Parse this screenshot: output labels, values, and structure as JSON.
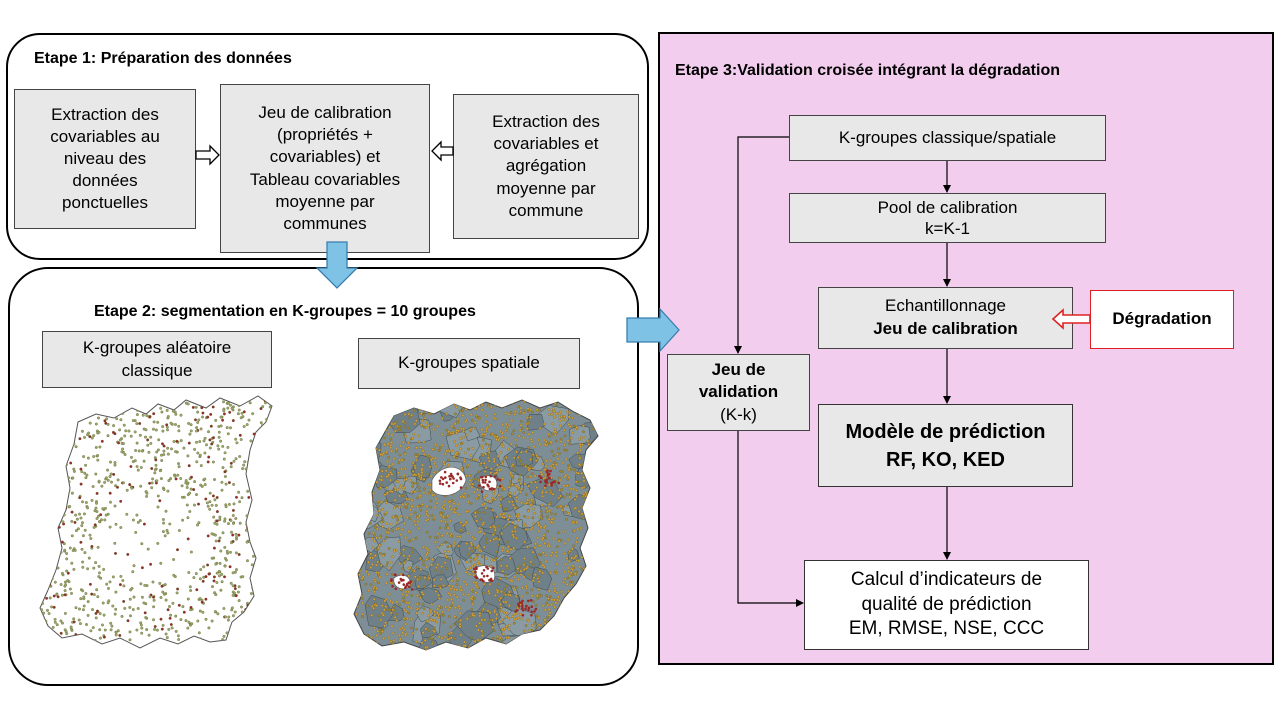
{
  "stage1": {
    "title": "Etape 1: Préparation des données",
    "box_left": "Extraction des\ncovariables au\nniveau des\ndonnées\nponctuelles",
    "box_center": "Jeu de calibration\n(propriétés +\ncovariables) et\nTableau covariables\nmoyenne par\ncommunes",
    "box_right": "Extraction des\ncovariables et\nagrégation\nmoyenne par\ncommune"
  },
  "stage2": {
    "title": "Etape 2:  segmentation en K-groupes = 10 groupes",
    "label_random": "K-groupes aléatoire\nclassique",
    "label_spatial": "K-groupes spatiale"
  },
  "stage3": {
    "title": "Etape 3:Validation croisée intégrant la dégradation",
    "kgroups": "K-groupes classique/spatiale",
    "pool_line1": "Pool de calibration",
    "pool_line2": "k=K-1",
    "sampling_line1": "Echantillonnage",
    "sampling_line2": "Jeu de calibration",
    "degradation": "Dégradation",
    "validation_line1": "Jeu de",
    "validation_line2": "validation",
    "validation_line3": "(K-k)",
    "model_line1": "Modèle de prédiction",
    "model_line2": "RF, KO, KED",
    "indicators": "Calcul d’indicateurs de\nqualité de prédiction\nEM, RMSE, NSE, CCC"
  },
  "colors": {
    "stage3_bg": "#f2cdee",
    "box_gray": "#e8e8e8",
    "arrow_blue": "#7ec3e6",
    "degradation_border": "#e02020",
    "map_spatial_fill": "#7d8e96",
    "point_green": "#9aa86a",
    "point_orange": "#d9a23a",
    "point_red": "#9a2a2a"
  }
}
